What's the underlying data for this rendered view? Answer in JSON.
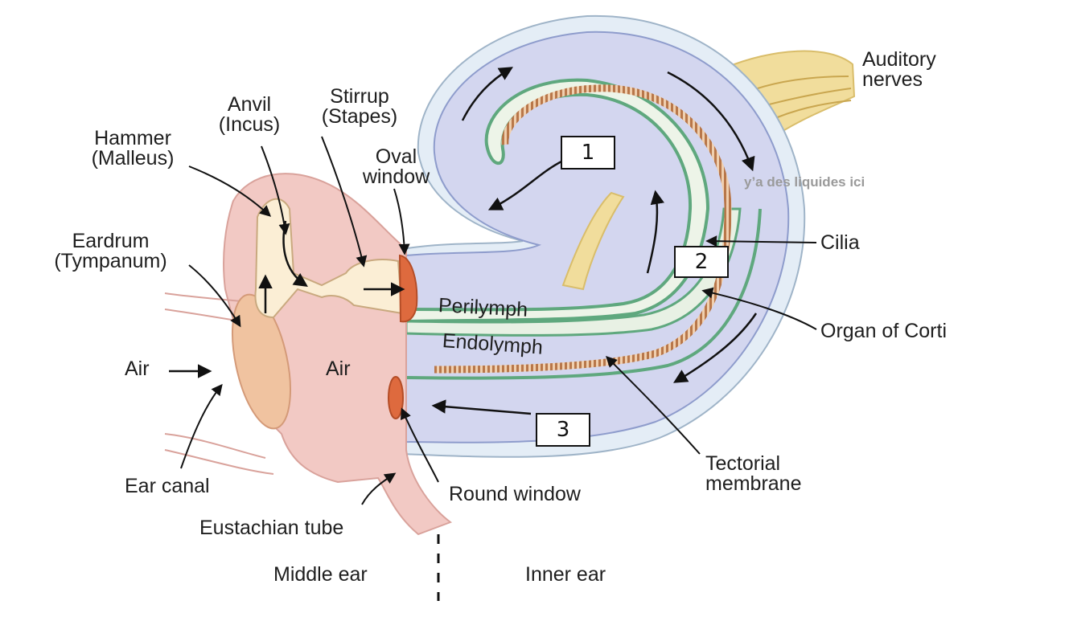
{
  "labels": {
    "auditory_nerves": "Auditory\nnerves",
    "anvil": "Anvil\n(Incus)",
    "stirrup": "Stirrup\n(Stapes)",
    "hammer": "Hammer\n(Malleus)",
    "oval_window": "Oval\nwindow",
    "eardrum": "Eardrum\n(Tympanum)",
    "cilia": "Cilia",
    "perilymph": "Perilymph",
    "endolymph": "Endolymph",
    "organ_of_corti": "Organ of Corti",
    "air_outer": "Air",
    "air_inner": "Air",
    "ear_canal": "Ear canal",
    "round_window": "Round window",
    "tectorial_membrane": "Tectorial\nmembrane",
    "eustachian_tube": "Eustachian tube",
    "middle_ear": "Middle ear",
    "inner_ear": "Inner ear"
  },
  "annotation": "y’a des liquides ici",
  "markers": [
    "1",
    "2",
    "3"
  ],
  "colors": {
    "bone_tissue": "#f2c9c4",
    "ossicles": "#fbeed5",
    "cochlea_fluid": "#d3d6ef",
    "cochlea_rim": "#bfd4e6",
    "membrane_green": "#5fa87e",
    "organ_corti": "#c98855",
    "nerves": "#f1dd9c",
    "window_orange": "#de6a3e"
  }
}
